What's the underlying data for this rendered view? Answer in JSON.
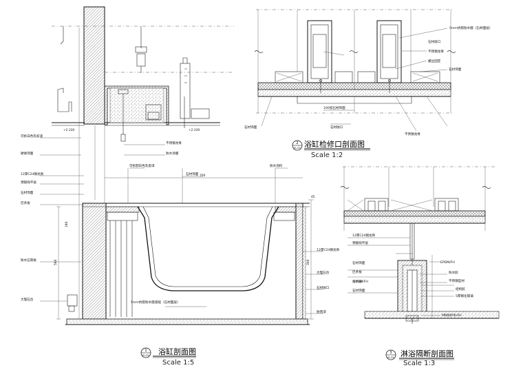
{
  "drawings": [
    {
      "id": "bathtub-section",
      "title": "浴缸剖面图",
      "scale": "Scale 1:5",
      "number": "1",
      "sheet_ref": "EL-02",
      "labels": [
        "可拆白色乳胶漆",
        "硬质饰面",
        "12厚C24钢龙骨",
        "预铺找平层",
        "石材饰面",
        "巴条板",
        "防水石膏板",
        "大理石台",
        "不锈钢龙骨",
        "防水涂膜",
        "可拆卸白色乳胶漆",
        "石材饰面",
        "防水涂料",
        "12厚C24钢龙骨",
        "大理石台",
        "石材收口",
        "防锈漆",
        "5mm抗裂防水膜基础（石材面层）"
      ],
      "dimensions": [
        "+2.330",
        "+2.330",
        "700",
        "580",
        "300",
        "190",
        "45"
      ]
    },
    {
      "id": "access-panel-section",
      "title": "浴缸检修口剖面图",
      "scale": "Scale 1:2",
      "number": "2",
      "sheet_ref": "EL-02",
      "labels": [
        "5mm抗裂防水膜（石材面层）",
        "石材收口",
        "不锈钢龙骨",
        "螺丝固定",
        "石材饰面",
        "石材饰面",
        "100宽石材饰面",
        "石材收口",
        "不锈钢龙骨"
      ]
    },
    {
      "id": "shower-partition-section",
      "title": "淋浴隔断剖面图",
      "scale": "Scale 1:3",
      "number": "3",
      "sheet_ref": "EL-02",
      "labels": [
        "12厚C24钢龙骨",
        "预铺找平层",
        "石材饰面",
        "巴条板",
        "石材饰面",
        "防水层",
        "EPDM/FH",
        "EPDM/FH",
        "防水胶",
        "不锈钢型材",
        "结构胶",
        "5厚钢化玻璃",
        "MB防护条/FH"
      ]
    }
  ]
}
